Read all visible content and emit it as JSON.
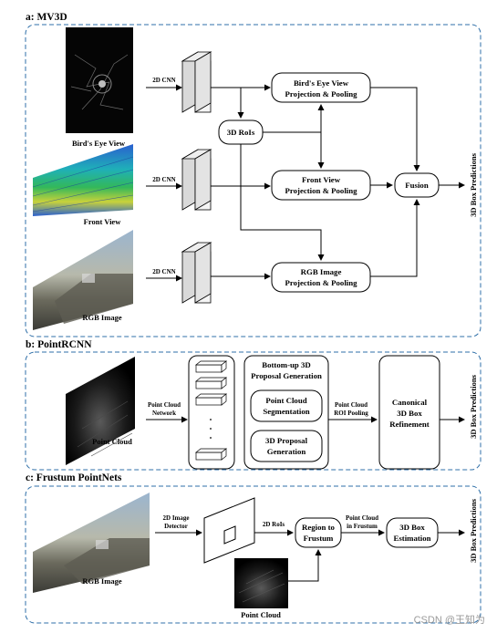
{
  "watermark": "CSDN @王知为",
  "sections": {
    "a": {
      "title": "a: MV3D",
      "inputs": [
        "Bird's Eye View",
        "Front View",
        "RGB Image"
      ],
      "cnn_label": "2D CNN",
      "rois": "3D RoIs",
      "boxes": {
        "bev": [
          "Bird's Eye View",
          "Projection & Pooling"
        ],
        "front": [
          "Front View",
          "Projection & Pooling"
        ],
        "rgb": [
          "RGB Image",
          "Projection & Pooling"
        ]
      },
      "fusion": "Fusion",
      "output": "3D Box Predictions"
    },
    "b": {
      "title": "b: PointRCNN",
      "input": "Point Cloud",
      "network_label": [
        "Point Cloud",
        "Network"
      ],
      "stage1_title": [
        "Bottom-up 3D",
        "Proposal Generation"
      ],
      "segmentation": [
        "Point Cloud",
        "Segmentation"
      ],
      "proposal": [
        "3D Proposal",
        "Generation"
      ],
      "roi_label": [
        "Point Cloud",
        "ROI Pooling"
      ],
      "refine": [
        "Canonical",
        "3D Box",
        "Refinement"
      ],
      "output": "3D Box Predictions"
    },
    "c": {
      "title": "c: Frustum PointNets",
      "input_image": "RGB Image",
      "detector_label": [
        "2D Image",
        "Detector"
      ],
      "rois": "2D RoIs",
      "region": [
        "Region to",
        "Frustum"
      ],
      "pc_label": [
        "Point Cloud",
        "in Frustum"
      ],
      "estimation": [
        "3D Box",
        "Estimation"
      ],
      "input_pc": "Point Cloud",
      "output": "3D Box Predictions"
    }
  }
}
